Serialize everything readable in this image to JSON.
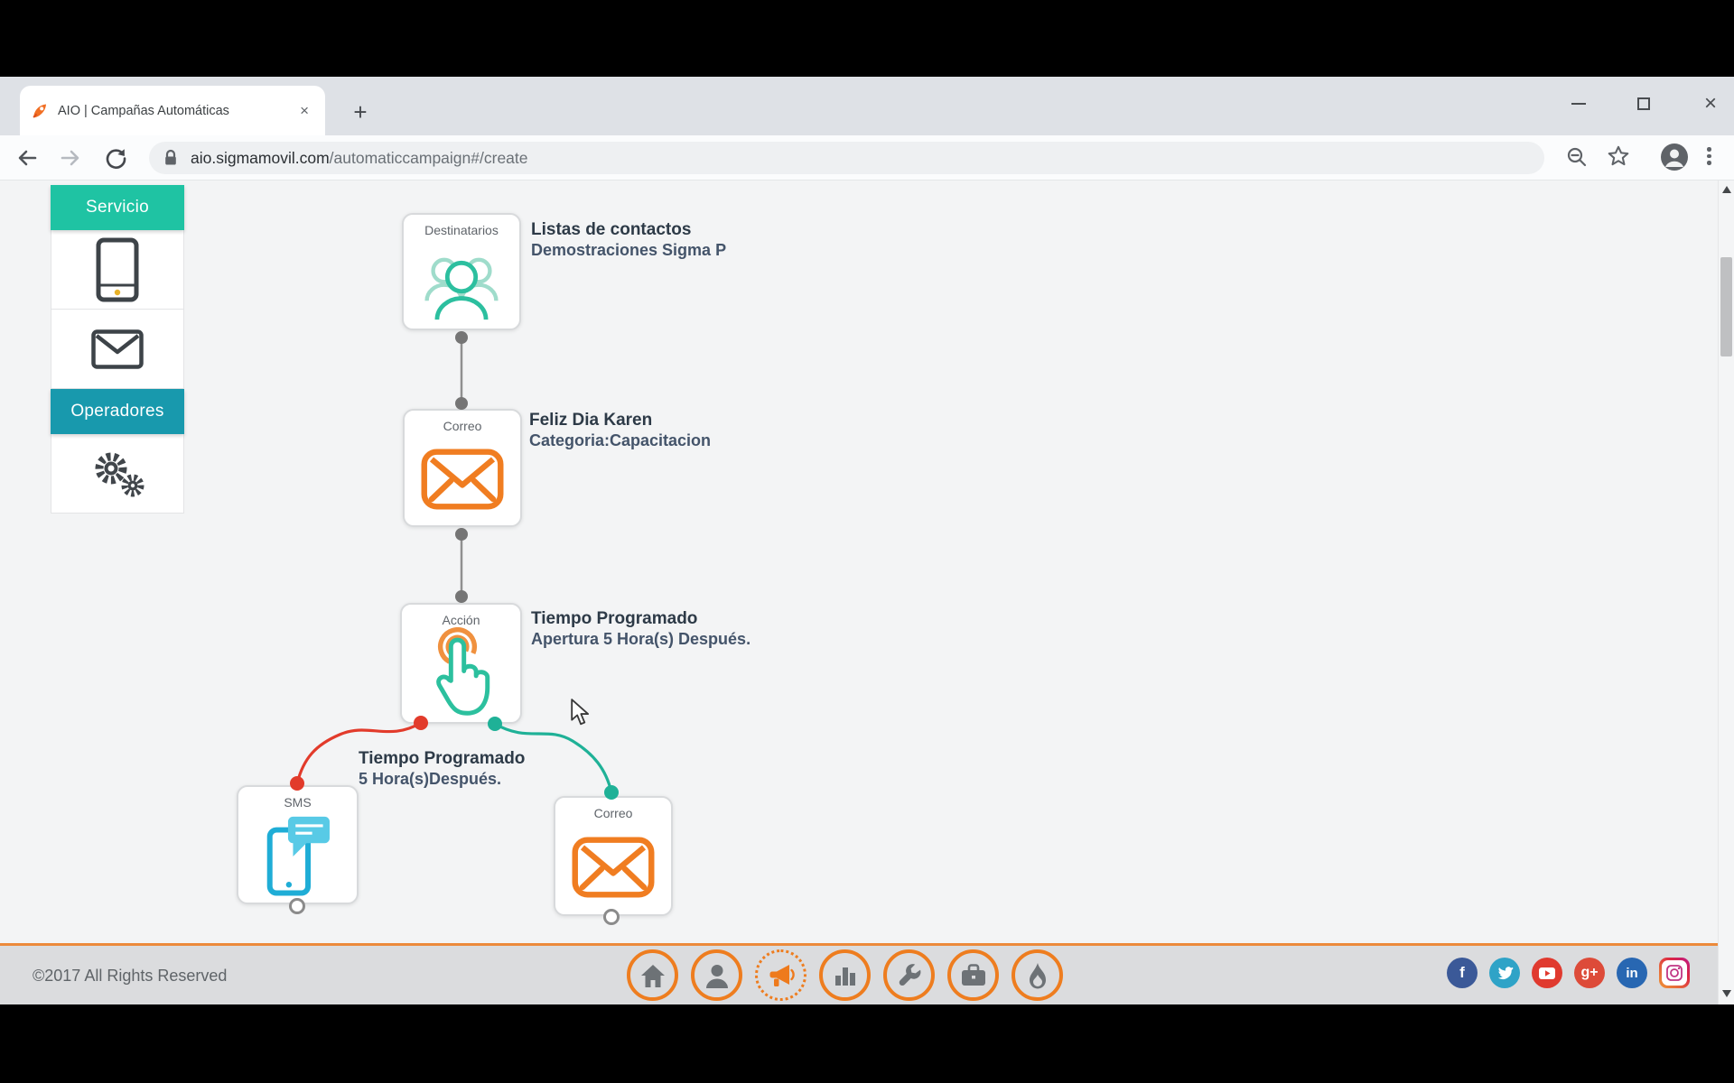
{
  "browser": {
    "tab_title": "AIO | Campañas Automáticas",
    "tab_close_glyph": "×",
    "new_tab_glyph": "+",
    "minimize_glyph": "",
    "close_window_glyph": "×",
    "url_domain": "aio.sigmamovil.com",
    "url_path": "/automaticcampaign#/create"
  },
  "sidebar": {
    "service_header": "Servicio",
    "operators_header": "Operadores"
  },
  "flow": {
    "nodes": [
      {
        "label": "Destinatarios",
        "icon": "contacts-group-icon"
      },
      {
        "label": "Correo",
        "icon": "envelope-icon"
      },
      {
        "label": "Acción",
        "icon": "hand-pointer-icon"
      },
      {
        "label": "SMS",
        "icon": "sms-phone-icon"
      },
      {
        "label": "Correo",
        "icon": "envelope-icon"
      }
    ],
    "annotations": [
      {
        "title": "Listas de contactos",
        "subtitle": "Demostraciones Sigma P"
      },
      {
        "title": "Feliz Dia Karen",
        "subtitle": "Categoria:Capacitacion"
      },
      {
        "title": "Tiempo Programado",
        "subtitle": "Apertura 5 Hora(s) Después."
      },
      {
        "title": "Tiempo Programado",
        "subtitle": "5 Hora(s)Después."
      }
    ]
  },
  "footer": {
    "copyright": "©2017 All Rights Reserved",
    "nav_icons": [
      "home-icon",
      "user-icon",
      "megaphone-icon",
      "bar-chart-icon",
      "wrench-icon",
      "briefcase-icon",
      "flame-icon"
    ],
    "social": {
      "facebook_label": "f",
      "gplus_label": "g+",
      "linkedin_label": "in"
    }
  },
  "colors": {
    "teal": "#1fc3a3",
    "teal_header_dark": "#1899ad",
    "orange": "#ee7d1f",
    "red_edge": "#e23b2b",
    "teal_edge": "#1fb197",
    "sms_cyan": "#27b3d8"
  }
}
